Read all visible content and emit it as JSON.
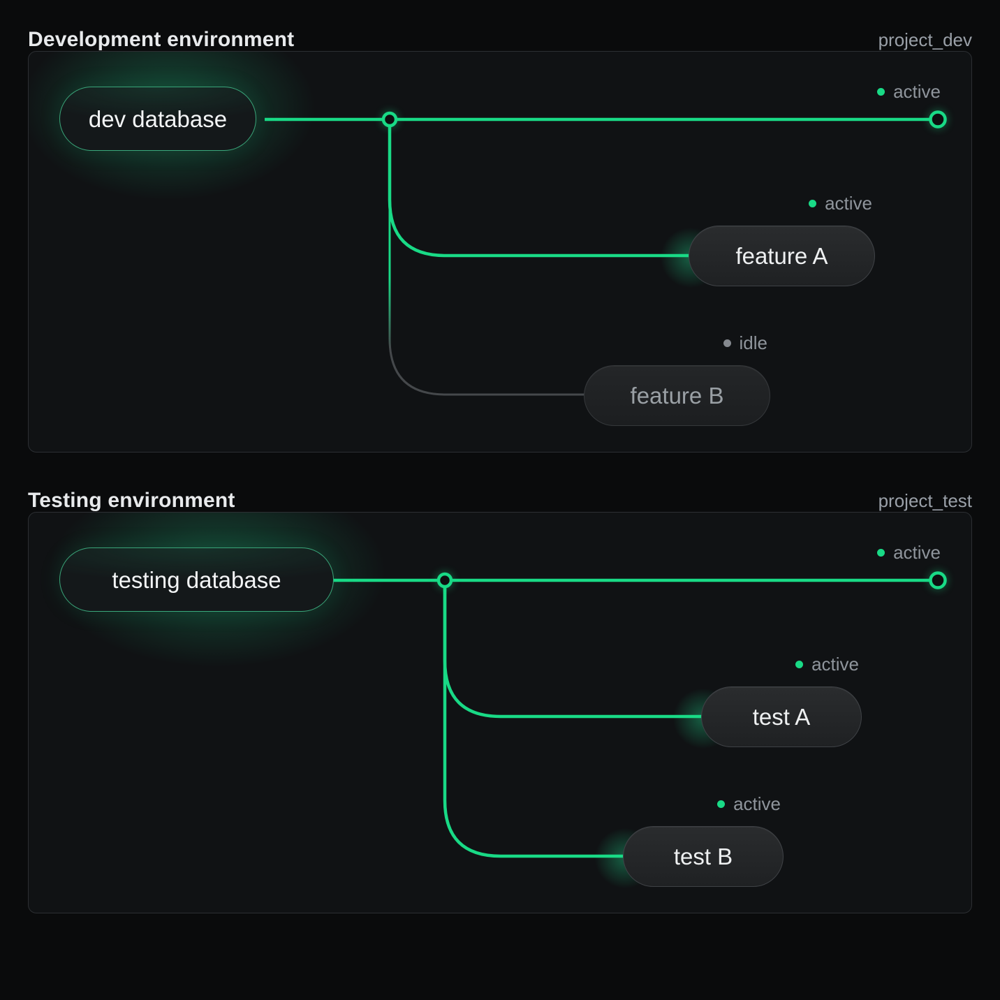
{
  "colors": {
    "accent_green": "#19da86",
    "idle_gray": "#85898f",
    "panel_border": "#2c2f33",
    "background": "#0a0b0c"
  },
  "sections": [
    {
      "title": "Development environment",
      "project": "project_dev",
      "root": {
        "label": "dev database"
      },
      "main_branch": {
        "status": "active"
      },
      "branches": [
        {
          "label": "feature A",
          "status": "active"
        },
        {
          "label": "feature B",
          "status": "idle"
        }
      ]
    },
    {
      "title": "Testing environment",
      "project": "project_test",
      "root": {
        "label": "testing database"
      },
      "main_branch": {
        "status": "active"
      },
      "branches": [
        {
          "label": "test A",
          "status": "active"
        },
        {
          "label": "test B",
          "status": "active"
        }
      ]
    }
  ]
}
